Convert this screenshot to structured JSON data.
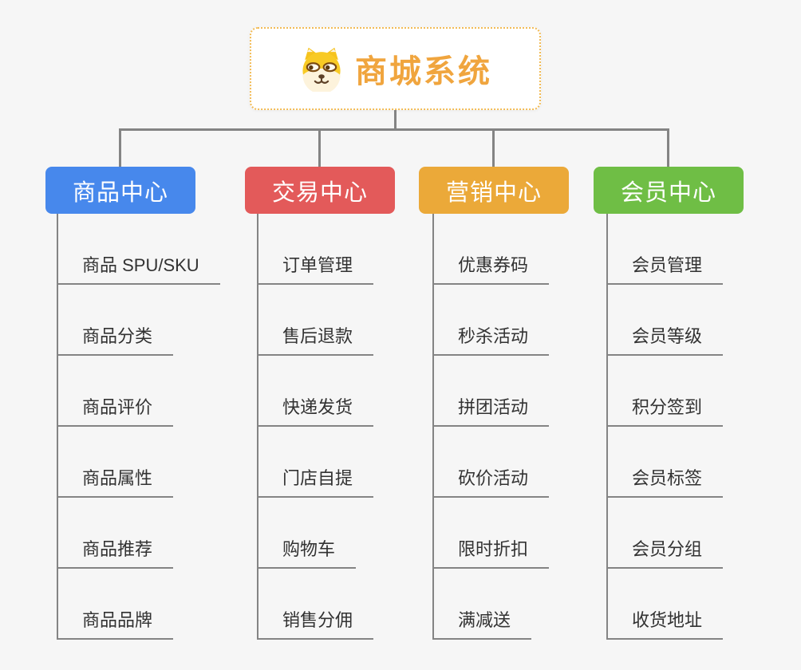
{
  "root": {
    "title": "商城系统",
    "icon": "dog-face-icon"
  },
  "branches": [
    {
      "label": "商品中心",
      "color": "#4788ec",
      "children": [
        "商品 SPU/SKU",
        "商品分类",
        "商品评价",
        "商品属性",
        "商品推荐",
        "商品品牌"
      ]
    },
    {
      "label": "交易中心",
      "color": "#e35a5a",
      "children": [
        "订单管理",
        "售后退款",
        "快递发货",
        "门店自提",
        "购物车",
        "销售分佣"
      ]
    },
    {
      "label": "营销中心",
      "color": "#eba939",
      "children": [
        "优惠券码",
        "秒杀活动",
        "拼团活动",
        "砍价活动",
        "限时折扣",
        "满减送"
      ]
    },
    {
      "label": "会员中心",
      "color": "#6fbe45",
      "children": [
        "会员管理",
        "会员等级",
        "积分签到",
        "会员标签",
        "会员分组",
        "收货地址"
      ]
    }
  ],
  "colors": {
    "background": "#f6f6f6",
    "connector": "#848484",
    "root_text": "#f0a53e",
    "root_border": "#f2bb55",
    "branch_text": "#ffffff",
    "item_text": "#323232"
  }
}
